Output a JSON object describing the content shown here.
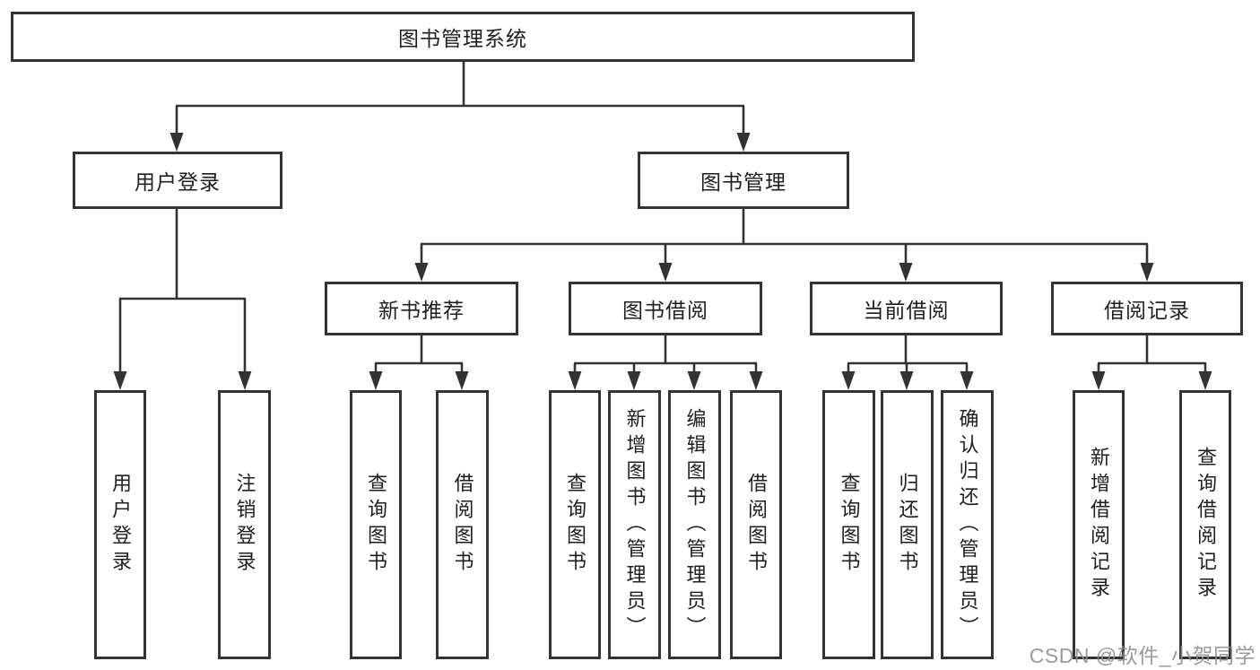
{
  "diagram": {
    "root": {
      "label": "图书管理系统"
    },
    "user_branch": {
      "label": "用户登录",
      "children": [
        {
          "label": "用户登录"
        },
        {
          "label": "注销登录"
        }
      ]
    },
    "book_branch": {
      "label": "图书管理",
      "groups": [
        {
          "label": "新书推荐",
          "children": [
            {
              "label": "查询图书"
            },
            {
              "label": "借阅图书"
            }
          ]
        },
        {
          "label": "图书借阅",
          "children": [
            {
              "label": "查询图书"
            },
            {
              "label": "新增图书（管理员）"
            },
            {
              "label": "编辑图书（管理员）"
            },
            {
              "label": "借阅图书"
            }
          ]
        },
        {
          "label": "当前借阅",
          "children": [
            {
              "label": "查询图书"
            },
            {
              "label": "归还图书"
            },
            {
              "label": "确认归还（管理员）"
            }
          ]
        },
        {
          "label": "借阅记录",
          "children": [
            {
              "label": "新增借阅记录"
            },
            {
              "label": "查询借阅记录"
            }
          ]
        }
      ]
    }
  },
  "watermark": {
    "text": "CSDN @软件_小贺同学"
  },
  "colors": {
    "line": "#333333",
    "box_border": "#333333",
    "text": "#1f1f1f",
    "watermark": "#8d8d8d",
    "background": "#ffffff"
  }
}
